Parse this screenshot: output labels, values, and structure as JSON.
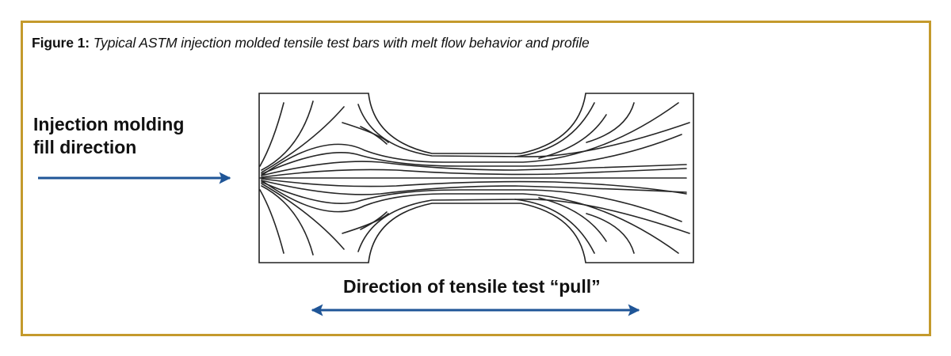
{
  "figure": {
    "label": "Figure 1:",
    "caption": "Typical ASTM injection molded tensile test bars with melt flow behavior and profile",
    "frame_color": "#C49A2C"
  },
  "annotations": {
    "fill_direction_line1": "Injection molding",
    "fill_direction_line2": "fill direction",
    "pull_direction": "Direction of tensile test “pull”",
    "arrow_color": "#1F5597"
  },
  "diagram": {
    "subject": "tensile-test-bar (dogbone) with melt flow lines",
    "arrows": [
      {
        "name": "fill-direction-arrow",
        "direction": "right"
      },
      {
        "name": "pull-direction-arrow",
        "direction": "both"
      }
    ]
  }
}
